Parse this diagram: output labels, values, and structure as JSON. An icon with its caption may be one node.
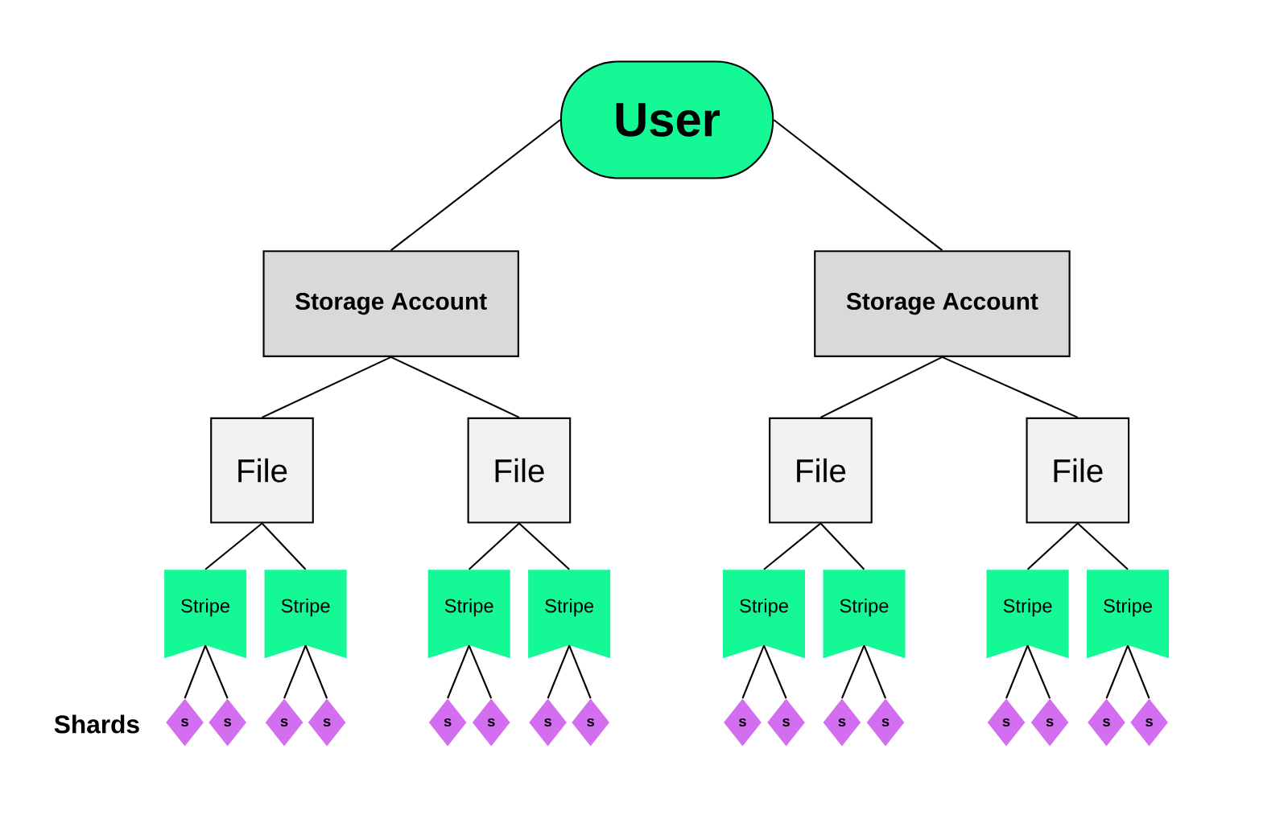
{
  "diagram": {
    "nodes": [
      {
        "text": [
          "User"
        ]
      },
      {
        "text": [
          "Storage Account"
        ]
      },
      {
        "text": [
          "Storage Account"
        ]
      },
      {
        "text": [
          "File"
        ]
      },
      {
        "text": [
          "File"
        ]
      },
      {
        "text": [
          "File"
        ]
      },
      {
        "text": [
          "File"
        ]
      },
      {
        "text": [
          "Stripe"
        ]
      },
      {
        "text": [
          "Stripe"
        ]
      },
      {
        "text": [
          "Stripe"
        ]
      },
      {
        "text": [
          "Stripe"
        ]
      },
      {
        "text": [
          "Stripe"
        ]
      },
      {
        "text": [
          "Stripe"
        ]
      },
      {
        "text": [
          "Stripe"
        ]
      },
      {
        "text": [
          "Stripe"
        ]
      },
      {
        "text": [
          "s"
        ]
      },
      {
        "text": [
          "s"
        ]
      },
      {
        "text": [
          "s"
        ]
      },
      {
        "text": [
          "s"
        ]
      },
      {
        "text": [
          "s"
        ]
      },
      {
        "text": [
          "s"
        ]
      },
      {
        "text": [
          "s"
        ]
      },
      {
        "text": [
          "s"
        ]
      },
      {
        "text": [
          "s"
        ]
      },
      {
        "text": [
          "s"
        ]
      },
      {
        "text": [
          "s"
        ]
      },
      {
        "text": [
          "s"
        ]
      },
      {
        "text": [
          "s"
        ]
      },
      {
        "text": [
          "s"
        ]
      },
      {
        "text": [
          "s"
        ]
      },
      {
        "text": [
          "s"
        ]
      }
    ],
    "edges": [
      {
        "from": 0,
        "to": 1,
        "arrow": "none"
      },
      {
        "from": 0,
        "to": 2,
        "arrow": "none"
      },
      {
        "from": 1,
        "to": 3,
        "arrow": "none"
      },
      {
        "from": 1,
        "to": 4,
        "arrow": "none"
      },
      {
        "from": 2,
        "to": 5,
        "arrow": "none"
      },
      {
        "from": 2,
        "to": 6,
        "arrow": "none"
      },
      {
        "from": 3,
        "to": 7,
        "arrow": "none"
      },
      {
        "from": 3,
        "to": 8,
        "arrow": "none"
      },
      {
        "from": 4,
        "to": 9,
        "arrow": "none"
      },
      {
        "from": 4,
        "to": 10,
        "arrow": "none"
      },
      {
        "from": 5,
        "to": 11,
        "arrow": "none"
      },
      {
        "from": 5,
        "to": 12,
        "arrow": "none"
      },
      {
        "from": 6,
        "to": 13,
        "arrow": "none"
      },
      {
        "from": 6,
        "to": 14,
        "arrow": "none"
      },
      {
        "from": 7,
        "to": 15,
        "arrow": "none"
      },
      {
        "from": 7,
        "to": 16,
        "arrow": "none"
      },
      {
        "from": 8,
        "to": 17,
        "arrow": "none"
      },
      {
        "from": 8,
        "to": 18,
        "arrow": "none"
      },
      {
        "from": 9,
        "to": 19,
        "arrow": "none"
      },
      {
        "from": 9,
        "to": 20,
        "arrow": "none"
      },
      {
        "from": 10,
        "to": 21,
        "arrow": "none"
      },
      {
        "from": 10,
        "to": 22,
        "arrow": "none"
      },
      {
        "from": 11,
        "to": 23,
        "arrow": "none"
      },
      {
        "from": 11,
        "to": 24,
        "arrow": "none"
      },
      {
        "from": 12,
        "to": 25,
        "arrow": "none"
      },
      {
        "from": 12,
        "to": 26,
        "arrow": "none"
      },
      {
        "from": 13,
        "to": 27,
        "arrow": "none"
      },
      {
        "from": 13,
        "to": 28,
        "arrow": "none"
      },
      {
        "from": 14,
        "to": 29,
        "arrow": "none"
      },
      {
        "from": 14,
        "to": 30,
        "arrow": "none"
      }
    ],
    "labels": [
      "Shards"
    ]
  }
}
